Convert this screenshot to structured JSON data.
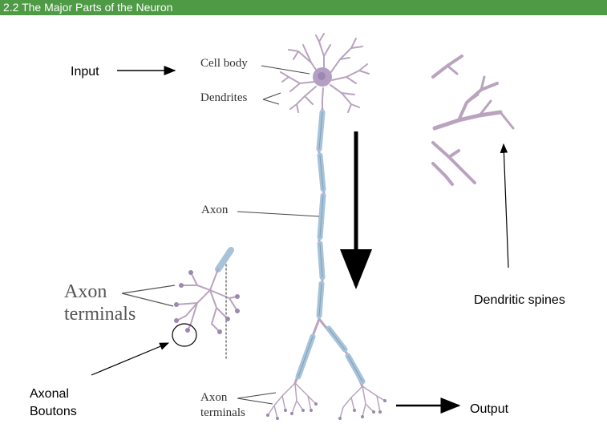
{
  "header": {
    "title": "2.2  The Major Parts of the Neuron",
    "bg_color": "#4e9a45",
    "text_color": "#ffffff"
  },
  "labels": {
    "input": "Input",
    "output": "Output",
    "cell_body": "Cell body",
    "dendrites": "Dendrites",
    "axon": "Axon",
    "axon_terminals_line1": "Axon",
    "axon_terminals_line2": "terminals",
    "axon_terminals_big_line1": "Axon",
    "axon_terminals_big_line2": "terminals",
    "axonal_boutons_line1": "Axonal",
    "axonal_boutons_line2": "Boutons",
    "dendritic_spines": "Dendritic spines"
  },
  "colors": {
    "neuron": "#b9a3bf",
    "soma": "#9c88b0",
    "myelin": "#a6c3d9"
  }
}
